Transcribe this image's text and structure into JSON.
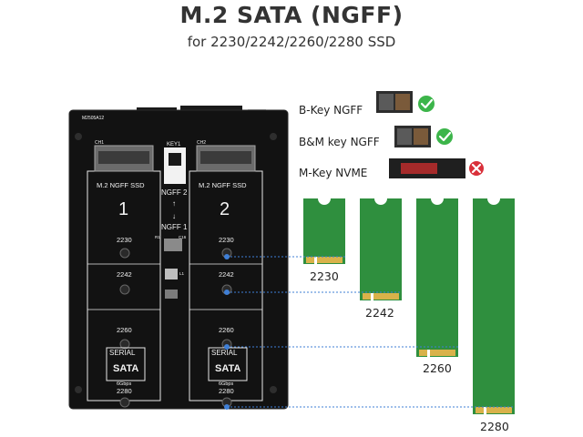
{
  "header": {
    "title": "M.2 SATA (NGFF)",
    "subtitle": "for 2230/2242/2260/2280 SSD"
  },
  "key_types": [
    {
      "label": "B-Key NGFF",
      "status": "supported",
      "status_color": "#3cb54a"
    },
    {
      "label": "B&M key NGFF",
      "status": "supported",
      "status_color": "#3cb54a"
    },
    {
      "label": "M-Key NVME",
      "status": "not-supported",
      "status_color": "#d9303a"
    }
  ],
  "ssd_sizes": [
    "2230",
    "2242",
    "2260",
    "2280"
  ],
  "board": {
    "model": "M2505A12",
    "ch1": "CH1",
    "ch2": "CH2",
    "key_switch": "KEY1",
    "slot1_name": "M.2   NGFF  SSD",
    "slot1_number": "1",
    "slot2_name": "M.2   NGFF  SSD",
    "slot2_number": "2",
    "switch_top": "NGFF 2",
    "switch_bottom": "NGFF 1",
    "r1": "R1",
    "c16": "C16",
    "l1": "L1",
    "serial_1": "SERIAL",
    "serial_2": "SERIAL",
    "serial_sub_1": "SATA",
    "serial_sub_2": "SATA",
    "gbps_1": "6Gbps",
    "gbps_2": "6Gbps"
  },
  "colors": {
    "board": "#111111",
    "ssd_green": "#2f8f3e",
    "ssd_gold": "#d9b24a",
    "leader_line": "#3f7fd6"
  }
}
